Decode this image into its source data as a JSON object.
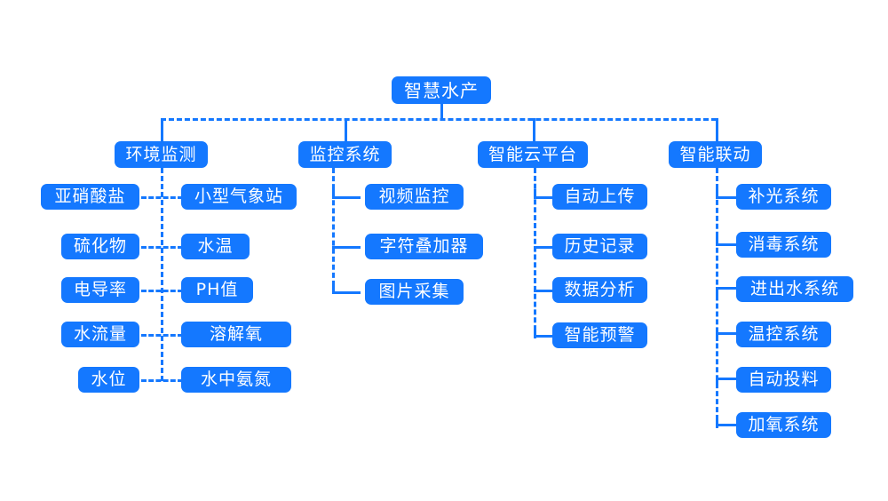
{
  "diagram": {
    "title": "智慧水产",
    "accent_color": "#1478ff",
    "text_color": "#ffffff",
    "background_color": "#ffffff",
    "root": {
      "label": "智慧水产"
    },
    "branches": [
      {
        "label": "环境监测",
        "leaves_left": [
          {
            "label": "亚硝酸盐"
          },
          {
            "label": "硫化物"
          },
          {
            "label": "电导率"
          },
          {
            "label": "水流量"
          },
          {
            "label": "水位"
          }
        ],
        "leaves_right": [
          {
            "label": "小型气象站"
          },
          {
            "label": "水温"
          },
          {
            "label": "PH值"
          },
          {
            "label": "溶解氧"
          },
          {
            "label": "水中氨氮"
          }
        ]
      },
      {
        "label": "监控系统",
        "leaves_right": [
          {
            "label": "视频监控"
          },
          {
            "label": "字符叠加器"
          },
          {
            "label": "图片采集"
          }
        ]
      },
      {
        "label": "智能云平台",
        "leaves_right": [
          {
            "label": "自动上传"
          },
          {
            "label": "历史记录"
          },
          {
            "label": "数据分析"
          },
          {
            "label": "智能预警"
          }
        ]
      },
      {
        "label": "智能联动",
        "leaves_right": [
          {
            "label": "补光系统"
          },
          {
            "label": "消毒系统"
          },
          {
            "label": "进出水系统"
          },
          {
            "label": "温控系统"
          },
          {
            "label": "自动投料"
          },
          {
            "label": "加氧系统"
          }
        ]
      }
    ]
  }
}
